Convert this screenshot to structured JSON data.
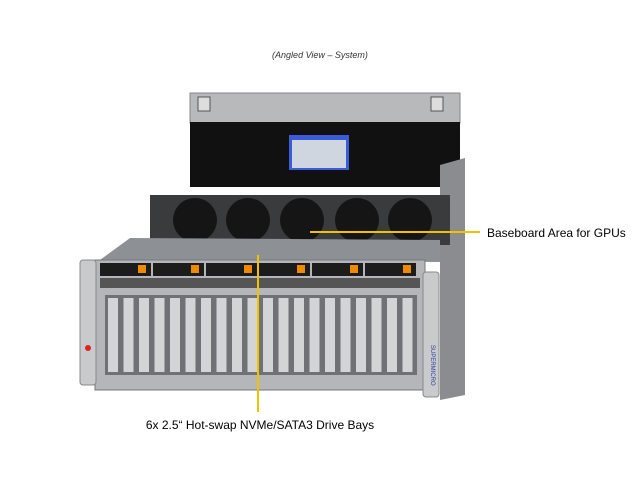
{
  "caption": "(Angled View – System)",
  "callouts": [
    {
      "label": "Baseboard Area for GPUs"
    },
    {
      "label": "6x 2.5“ Hot-swap NVMe/SATA3 Drive Bays"
    }
  ],
  "colors": {
    "callout_line": "#f2c200",
    "chassis": "#a9abae",
    "drive_latch": "#f08a00"
  },
  "brand": "SUPERMICRO"
}
